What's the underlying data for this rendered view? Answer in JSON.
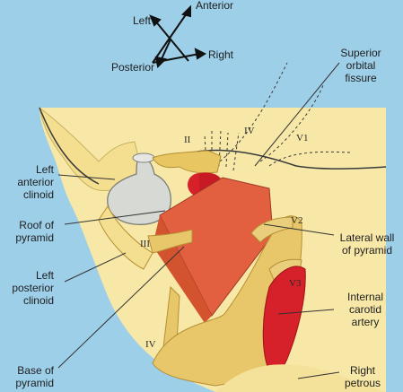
{
  "compass": {
    "anterior": "Anterior",
    "left": "Left",
    "right": "Right",
    "posterior": "Posterior"
  },
  "labels": {
    "superior_orbital_fissure": "Superior\norbital\nfissure",
    "left_anterior_clinoid": "Left\nanterior\nclinoid",
    "roof_of_pyramid": "Roof of\npyramid",
    "left_posterior_clinoid": "Left\nposterior\nclinoid",
    "base_of_pyramid": "Base of\npyramid",
    "lateral_wall_of_pyramid": "Lateral wall\nof pyramid",
    "internal_carotid_artery": "Internal\ncarotid\nartery",
    "right_petrous": "Right\npetrous"
  },
  "nerve_markers": {
    "ii": "II",
    "iii": "III",
    "iv_top": "IV",
    "iv_bottom": "IV",
    "v1": "V1",
    "v2": "V2",
    "v3": "V3"
  },
  "colors": {
    "background": "#9ecfe9",
    "bone": "#f6e7a6",
    "nerve": "#e7c76a",
    "pyramid": "#e2603f",
    "artery": "#d6202a",
    "pituitary": "#d7d9d4"
  }
}
